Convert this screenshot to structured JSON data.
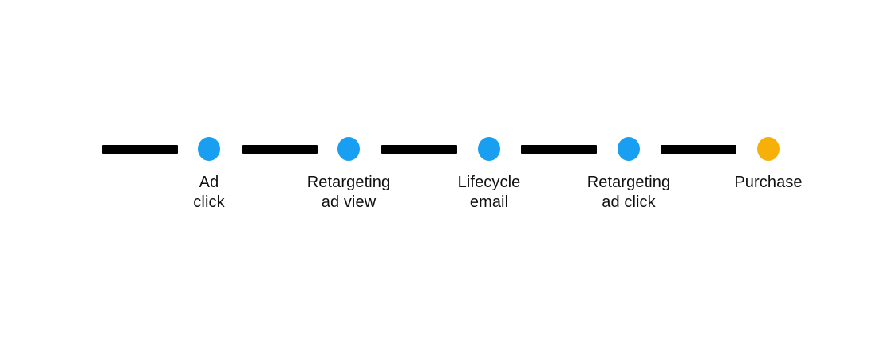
{
  "timeline": {
    "connector_color": "#000000",
    "label_color": "#111111",
    "background": "#ffffff",
    "node_colors": {
      "touchpoint": "#189FF2",
      "conversion": "#F7B008"
    },
    "nodes": [
      {
        "label": "Ad click",
        "color": "#189FF2"
      },
      {
        "label": "Retargeting\nad view",
        "color": "#189FF2"
      },
      {
        "label": "Lifecycle\nemail",
        "color": "#189FF2"
      },
      {
        "label": "Retargeting\nad click",
        "color": "#189FF2"
      },
      {
        "label": "Purchase",
        "color": "#F7B008"
      }
    ]
  }
}
